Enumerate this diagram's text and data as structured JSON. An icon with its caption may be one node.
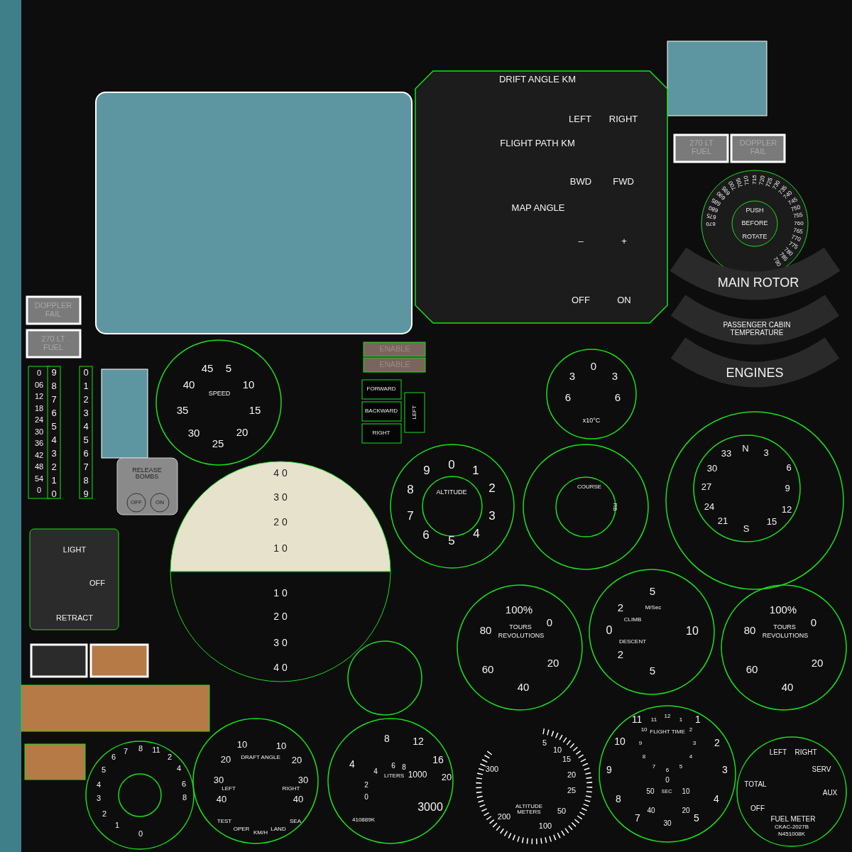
{
  "diagram": {
    "labels": [
      "DRIFT ANGLE KM",
      "LEFT",
      "RIGHT",
      "FLIGHT PATH KM",
      "BWD",
      "FWD",
      "MAP ANGLE",
      "–",
      "+",
      "OFF",
      "ON",
      "270 LT FUEL",
      "DOPPLER FAIL",
      "PUSH",
      "BEFORE",
      "ROTATE",
      "670",
      "675",
      "680",
      "685",
      "690",
      "695",
      "700",
      "705",
      "710",
      "715",
      "720",
      "725",
      "730",
      "735",
      "740",
      "745",
      "750",
      "755",
      "760",
      "765",
      "770",
      "775",
      "780",
      "785",
      "790",
      "MAIN ROTOR",
      "PASSENGER CABIN TEMPERATURE",
      "ENGINES",
      "DOPPLER FAIL",
      "270 LT FUEL",
      "0",
      "06",
      "12",
      "18",
      "24",
      "30",
      "36",
      "42",
      "48",
      "54",
      "0",
      "9",
      "8",
      "7",
      "6",
      "5",
      "4",
      "3",
      "2",
      "1",
      "0",
      "0",
      "1",
      "2",
      "3",
      "4",
      "5",
      "6",
      "7",
      "8",
      "9",
      "45",
      "5",
      "40",
      "10",
      "SPEED",
      "35",
      "15",
      "30",
      "20",
      "25",
      "ENABLE",
      "ENABLE",
      "FORWARD",
      "BACKWARD",
      "LEFT",
      "RIGHT",
      "RELEASE BOMBS",
      "OFF",
      "ON",
      "4 0",
      "3 0",
      "2 0",
      "1 0",
      "1 0",
      "2 0",
      "3 0",
      "4 0",
      "0",
      "3",
      "3",
      "6",
      "6",
      "x10°C",
      "LIGHT",
      "OFF",
      "RETRACT",
      "9",
      "0",
      "1",
      "2",
      "3",
      "4",
      "5",
      "6",
      "7",
      "8",
      "ALTITUDE",
      "COURSE",
      "RB",
      "N",
      "3",
      "6",
      "9",
      "12",
      "15",
      "S",
      "21",
      "24",
      "27",
      "30",
      "33",
      "100%",
      "0",
      "80",
      "TOURS",
      "REVOLUTIONS",
      "20",
      "60",
      "40",
      "5",
      "2",
      "M/Sec",
      "CLIMB",
      "0",
      "10",
      "DESCENT",
      "2",
      "5",
      "100%",
      "0",
      "80",
      "TOURS",
      "REVOLUTIONS",
      "20",
      "60",
      "40",
      "6",
      "7",
      "8",
      "11",
      "2",
      "5",
      "4",
      "4",
      "6",
      "3",
      "8",
      "2",
      "1",
      "0",
      "10",
      "10",
      "DRAFT ANGLE",
      "20",
      "20",
      "30",
      "30",
      "LEFT",
      "RIGHT",
      "40",
      "40",
      "TEST",
      "OPER",
      "LAND",
      "SEA",
      "KM/H",
      "8",
      "12",
      "4",
      "16",
      "6",
      "8",
      "4",
      "LITERS",
      "1000",
      "20",
      "2",
      "0",
      "3000",
      "410889K",
      "5",
      "10",
      "15",
      "300",
      "20",
      "25",
      "ALTITUDE METERS",
      "50",
      "200",
      "100",
      "11",
      "FLIGHT TIME",
      "1",
      "10",
      "2",
      "12",
      "1",
      "2",
      "3",
      "4",
      "5",
      "6",
      "7",
      "8",
      "9",
      "10",
      "11",
      "9",
      "3",
      "0",
      "50",
      "SEC",
      "10",
      "8",
      "4",
      "40",
      "20",
      "7",
      "5",
      "30",
      "LEFT",
      "RIGHT",
      "SERV",
      "TOTAL",
      "AUX",
      "OFF",
      "FUEL METER",
      "CKAC-2027B",
      "N451008K"
    ]
  }
}
